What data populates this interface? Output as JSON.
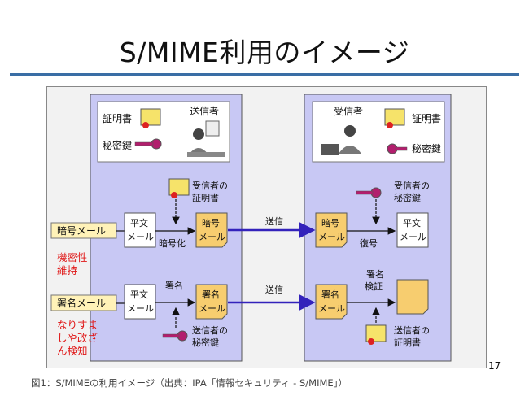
{
  "slide_title": "S/MIME利用のイメージ",
  "page_number": "17",
  "caption": "図1：S/MIMEの利用イメージ（出典：IPA「情報セキュリティ - S/MIME」）",
  "sender": {
    "label": "送信者",
    "certificate_label": "証明書",
    "private_key_label": "秘密鍵"
  },
  "receiver": {
    "label": "受信者",
    "certificate_label": "証明書",
    "private_key_label": "秘密鍵"
  },
  "encrypt_flow": {
    "tag": "暗号メール",
    "plain_doc": [
      "平文",
      "メール"
    ],
    "key_label": [
      "受信者の",
      "証明書"
    ],
    "action": "暗号化",
    "result_doc": [
      "暗号",
      "メール"
    ],
    "send": "送信",
    "recv_doc": [
      "暗号",
      "メール"
    ],
    "recv_key_label": [
      "受信者の",
      "秘密鍵"
    ],
    "recv_action": "復号",
    "recv_plain": [
      "平文",
      "メール"
    ],
    "purpose": [
      "機密性",
      "維持"
    ]
  },
  "sign_flow": {
    "tag": "署名メール",
    "plain_doc": [
      "平文",
      "メール"
    ],
    "action": "署名",
    "result_doc": [
      "署名",
      "メール"
    ],
    "key_label": [
      "送信者の",
      "秘密鍵"
    ],
    "send": "送信",
    "recv_doc": [
      "署名",
      "メール"
    ],
    "recv_action": [
      "署名",
      "検証"
    ],
    "recv_cert_label": [
      "送信者の",
      "証明書"
    ],
    "purpose": [
      "なりすま",
      "しや改ざ",
      "ん検知"
    ]
  },
  "colors": {
    "panel": "#c8c8f4",
    "mail_doc": "#f7cd6f",
    "tag_bg": "#fff2b8",
    "arrow": "#3322bb",
    "purpose_text": "#e01818",
    "title_rule": "#3a6ea5"
  }
}
